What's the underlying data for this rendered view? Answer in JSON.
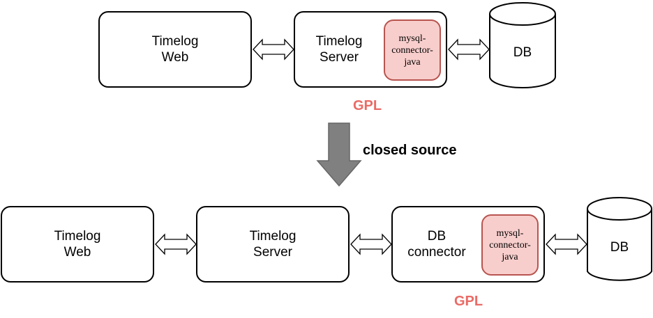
{
  "top_row": {
    "web": "Timelog\nWeb",
    "server": "Timelog\nServer",
    "library": "mysql-\nconnector-\njava",
    "db": "DB",
    "license": "GPL"
  },
  "transition": {
    "label": "closed source"
  },
  "bottom_row": {
    "web": "Timelog\nWeb",
    "server": "Timelog\nServer",
    "connector": "DB\nconnector",
    "library": "mysql-\nconnector-\njava",
    "db": "DB",
    "license": "GPL"
  },
  "colors": {
    "license": "#ea6b66",
    "library_fill": "#f8cecc",
    "library_border": "#b85450",
    "arrow_fill": "#808080"
  }
}
